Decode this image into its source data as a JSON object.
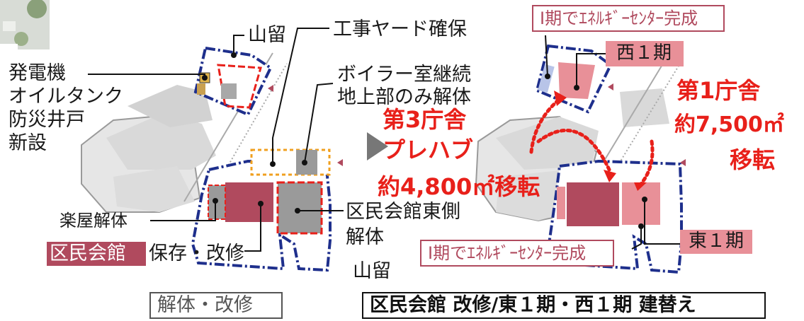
{
  "left": {
    "labels": {
      "yamadome_top": "山留",
      "construction_yard": "工事ヤード確保",
      "generator": "発電機",
      "oil_tank": "オイルタンク",
      "well": "防災井戸",
      "new": "新設",
      "boiler_1": "ボイラー室継続",
      "boiler_2": "地上部のみ解体",
      "gakuya": "楽屋解体",
      "kaikan": "区民会館",
      "preserve": "保存・改修",
      "east_1": "区民会館東側",
      "east_2": "解体",
      "yamadome_bottom": "山留"
    },
    "caption": "解体・改修"
  },
  "middle": {
    "line1": "第3庁舎",
    "line2": "プレハブ",
    "line3": "約4,800㎡移転"
  },
  "right": {
    "energy_top": "I期でｴﾈﾙｷﾞｰｾﾝﾀｰ完成",
    "west": "西１期",
    "main_line1": "第1庁舎",
    "main_line2": "約7,500㎡",
    "main_line3": "移転",
    "east": "東１期",
    "energy_bottom": "I期でｴﾈﾙｷﾞｰｾﾝﾀｰ完成",
    "caption": "区民会館 改修/東１期・西１期 建替え"
  },
  "colors": {
    "site_line": "#1e2f8c",
    "demolish": "#e8201a",
    "yard": "#f0a020",
    "kaikan": "#b04a5e",
    "new_building": "#e89098",
    "gray": "#9a9a9a",
    "label_bg": "#b04a5e",
    "arrow": "#e8201a"
  }
}
